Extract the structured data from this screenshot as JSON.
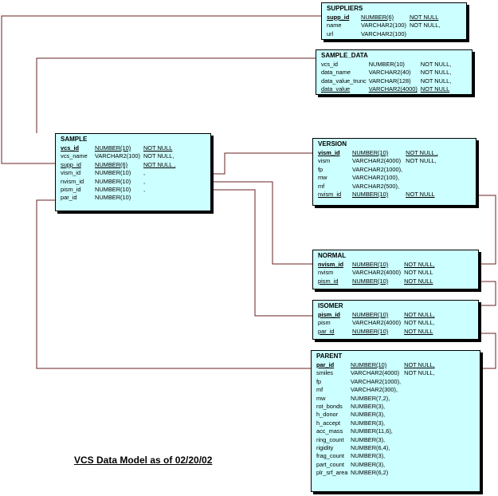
{
  "diagram": {
    "caption": "VCS Data Model as of 02/20/02",
    "tables": {
      "suppliers": {
        "title": "SUPPLIERS",
        "rows": [
          {
            "name": "supp_id",
            "type": "NUMBER(6)",
            "null": "NOT NULL"
          },
          {
            "name": "name",
            "type": "VARCHAR2(100)",
            "null": "NOT NULL,"
          },
          {
            "name": "url",
            "type": "VARCHAR2(100)",
            "null": ""
          }
        ]
      },
      "sample_data": {
        "title": "SAMPLE_DATA",
        "rows": [
          {
            "name": "vcs_id",
            "type": "NUMBER(10)",
            "null": "NOT NULL,"
          },
          {
            "name": "data_name",
            "type": "VARCHAR2(40)",
            "null": "NOT NULL,"
          },
          {
            "name": "data_value_trunc",
            "type": "VARCHAR(128)",
            "null": "NOT NULL,"
          },
          {
            "name": "data_value",
            "type": "VARCHAR2(4000)",
            "null": "NOT NULL"
          }
        ]
      },
      "sample": {
        "title": "SAMPLE",
        "rows": [
          {
            "name": "vcs_id",
            "type": "NUMBER(10)",
            "null": "NOT NULL"
          },
          {
            "name": "vcs_name",
            "type": "VARCHAR2(100)",
            "null": "NOT NULL,"
          },
          {
            "name": "supp_id",
            "type": "NUMBER(6)",
            "null": "NOT NULL ,"
          },
          {
            "name": "vism_id",
            "type": "NUMBER(10)",
            "null": ","
          },
          {
            "name": "nvism_id",
            "type": "NUMBER(10)",
            "null": ","
          },
          {
            "name": "pism_id",
            "type": "NUMBER(10)",
            "null": ","
          },
          {
            "name": "par_id",
            "type": "NUMBER(10)",
            "null": ""
          }
        ]
      },
      "version": {
        "title": "VERSION",
        "rows": [
          {
            "name": "vism_id",
            "type": "NUMBER(10)",
            "null": "NOT NULL ,"
          },
          {
            "name": "vism",
            "type": "VARCHAR2(4000)",
            "null": "NOT NULL,"
          },
          {
            "name": "fp",
            "type": "VARCHAR2(1000),",
            "null": ""
          },
          {
            "name": "mw",
            "type": "VARCHAR2(100),",
            "null": ""
          },
          {
            "name": "mf",
            "type": "VARCHAR2(500),",
            "null": ""
          },
          {
            "name": "nvism_id",
            "type": "NUMBER(10)",
            "null": "NOT NULL"
          }
        ]
      },
      "normal": {
        "title": "NORMAL",
        "rows": [
          {
            "name": "nvism_id",
            "type": "NUMBER(10)",
            "null": "NOT NULL,"
          },
          {
            "name": "nvism",
            "type": "VARCHAR2(4000)",
            "null": "NOT NULL"
          },
          {
            "name": "pism_id",
            "type": "NUMBER(10)",
            "null": "NOT NULL"
          }
        ]
      },
      "isomer": {
        "title": "ISOMER",
        "rows": [
          {
            "name": "pism_id",
            "type": "NUMBER(10)",
            "null": "NOT NULL,"
          },
          {
            "name": "pism",
            "type": "VARCHAR2(4000)",
            "null": "NOT NULL,"
          },
          {
            "name": "par_id",
            "type": "NUMBER(10)",
            "null": "NOT NULL"
          }
        ]
      },
      "parent": {
        "title": "PARENT",
        "rows": [
          {
            "name": "par_id",
            "type": "NUMBER(10)",
            "null": "NOT NULL,"
          },
          {
            "name": "smiles",
            "type": "VARCHAR2(4000)",
            "null": "NOT NULL,"
          },
          {
            "name": "fp",
            "type": "VARCHAR2(1000),",
            "null": ""
          },
          {
            "name": "mf",
            "type": "VARCHAR2(300),",
            "null": ""
          },
          {
            "name": "mw",
            "type": "NUMBER(7,2),",
            "null": ""
          },
          {
            "name": "rot_bonds",
            "type": "NUMBER(3),",
            "null": ""
          },
          {
            "name": "h_donor",
            "type": "NUMBER(3),",
            "null": ""
          },
          {
            "name": "h_accept",
            "type": "NUMBER(3),",
            "null": ""
          },
          {
            "name": "acc_mass",
            "type": "NUMBER(11,6),",
            "null": ""
          },
          {
            "name": "ring_count",
            "type": "NUMBER(3),",
            "null": ""
          },
          {
            "name": "rigidity",
            "type": "NUMBER(6,4),",
            "null": ""
          },
          {
            "name": "frag_count",
            "type": "NUMBER(3),",
            "null": ""
          },
          {
            "name": "part_count",
            "type": "NUMBER(3),",
            "null": ""
          },
          {
            "name": "plr_srf_area",
            "type": "NUMBER(6,2)",
            "null": ""
          }
        ]
      }
    }
  }
}
